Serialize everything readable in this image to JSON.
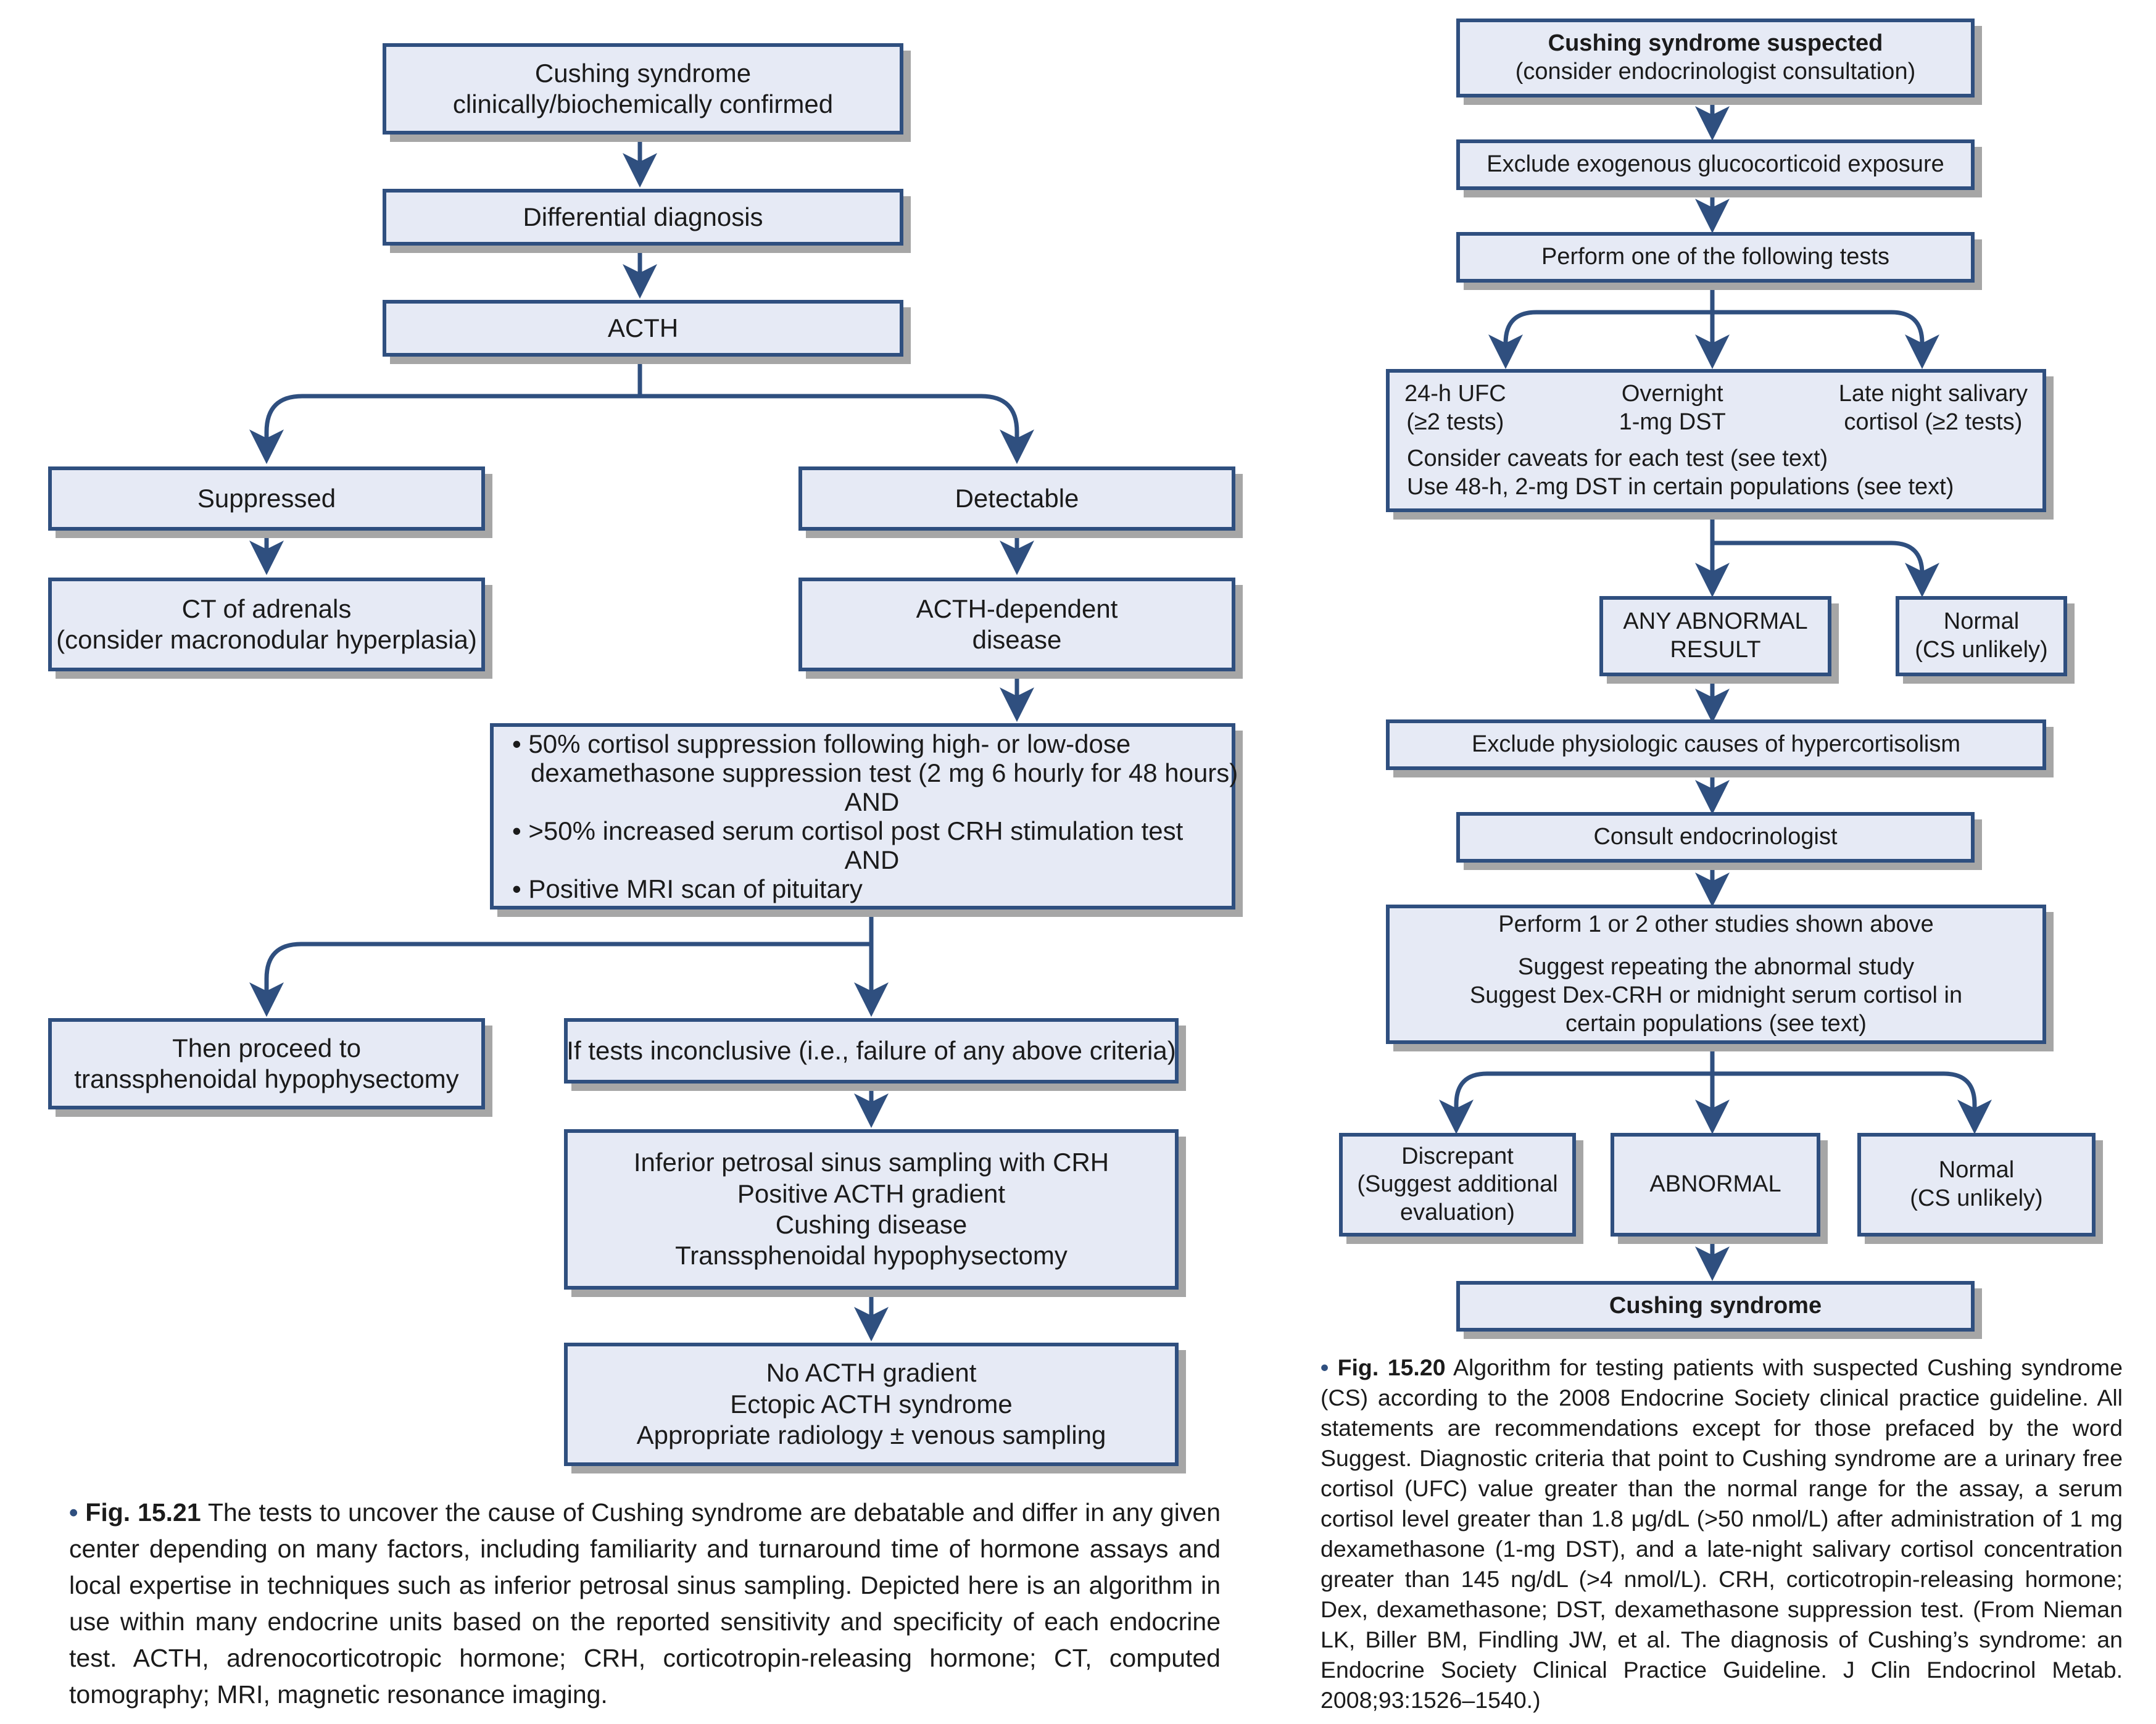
{
  "left_flowchart": {
    "confirmed": [
      "Cushing syndrome",
      "clinically/biochemically confirmed"
    ],
    "differential": [
      "Differential diagnosis"
    ],
    "acth": [
      "ACTH"
    ],
    "suppressed": [
      "Suppressed"
    ],
    "detectable": [
      "Detectable"
    ],
    "ct_adrenals": [
      "CT of adrenals",
      "(consider macronodular hyperplasia)"
    ],
    "acth_dependent": [
      "ACTH-dependent",
      "disease"
    ],
    "criteria": [
      "• 50% cortisol suppression following high- or low-dose",
      "dexamethasone suppression test (2 mg 6 hourly for 48 hours)",
      "AND",
      "• >50% increased serum cortisol post CRH stimulation test",
      "AND",
      "• Positive MRI scan of pituitary"
    ],
    "proceed": [
      "Then proceed to",
      "transsphenoidal hypophysectomy"
    ],
    "inconclusive": [
      "If tests inconclusive (i.e., failure of any above criteria)"
    ],
    "ipss": [
      "Inferior petrosal sinus sampling with CRH",
      "Positive ACTH gradient",
      "Cushing disease",
      "Transsphenoidal hypophysectomy"
    ],
    "no_gradient": [
      "No ACTH gradient",
      "Ectopic ACTH syndrome",
      "Appropriate radiology ± venous sampling"
    ]
  },
  "right_flowchart": {
    "suspected": [
      "Cushing syndrome suspected",
      "(consider endocrinologist consultation)"
    ],
    "exclude_exogenous": [
      "Exclude exogenous glucocorticoid exposure"
    ],
    "perform_tests": [
      "Perform one of the following tests"
    ],
    "tests": {
      "columns": [
        [
          "24-h UFC",
          "(≥2 tests)"
        ],
        [
          "Overnight",
          "1-mg DST"
        ],
        [
          "Late night salivary",
          "cortisol (≥2 tests)"
        ]
      ],
      "notes": [
        "Consider caveats for each test (see text)",
        "Use 48-h, 2-mg DST in certain populations (see text)"
      ]
    },
    "any_abnormal": [
      "ANY ABNORMAL",
      "RESULT"
    ],
    "normal_1": [
      "Normal",
      "(CS unlikely)"
    ],
    "exclude_physiologic": [
      "Exclude physiologic causes of hypercortisolism"
    ],
    "consult": [
      "Consult endocrinologist"
    ],
    "perform_other": {
      "first": [
        "Perform 1 or 2 other studies shown above"
      ],
      "rest": [
        "Suggest repeating the abnormal study",
        "Suggest Dex-CRH or midnight serum cortisol in",
        "certain populations (see text)"
      ]
    },
    "discrepant": [
      "Discrepant",
      "(Suggest additional",
      "evaluation)"
    ],
    "abnormal": [
      "ABNORMAL"
    ],
    "normal_2": [
      "Normal",
      "(CS unlikely)"
    ],
    "cushing": [
      "Cushing syndrome"
    ]
  },
  "captions": {
    "left": {
      "bullet": "•",
      "label": "Fig. 15.21",
      "text": "The tests to uncover the cause of Cushing syndrome are debatable and differ in any given center depending on many factors, including familiarity and turnaround time of hormone assays and local expertise in techniques such as inferior petrosal sinus sampling. Depicted here is an algorithm in use within many endocrine units based on the reported sensitivity and specificity of each endocrine test. ACTH, adrenocorticotropic hormone; CRH, corticotropin-releasing hormone; CT, computed tomography; MRI, magnetic resonance imaging."
    },
    "right": {
      "bullet": "•",
      "label": "Fig. 15.20",
      "text": "Algorithm for testing patients with suspected Cushing syndrome (CS) according to the 2008 Endocrine Society clinical practice guideline. All statements are recommendations except for those prefaced by the word Suggest. Diagnostic criteria that point to Cushing syndrome are a urinary free cortisol (UFC) value greater than the normal range for the assay, a serum cortisol level greater than 1.8 μg/dL (>50 nmol/L) after administration of 1 mg dexamethasone (1-mg DST), and a late-night salivary cortisol concentration greater than 145 ng/dL (>4 nmol/L). CRH, corticotropin-releasing hormone; Dex, dexamethasone; DST, dexamethasone suppression test. (From Nieman LK, Biller BM, Findling JW, et al. The diagnosis of Cushing’s syndrome: an Endocrine Society Clinical Practice Guideline. J Clin Endocrinol Metab. 2008;93:1526–1540.)"
    }
  },
  "colors": {
    "box_fill": "#e6eaf5",
    "box_border": "#2f4f7f",
    "box_shadow": "#a6a6a6",
    "arrow": "#2f4f7f"
  }
}
